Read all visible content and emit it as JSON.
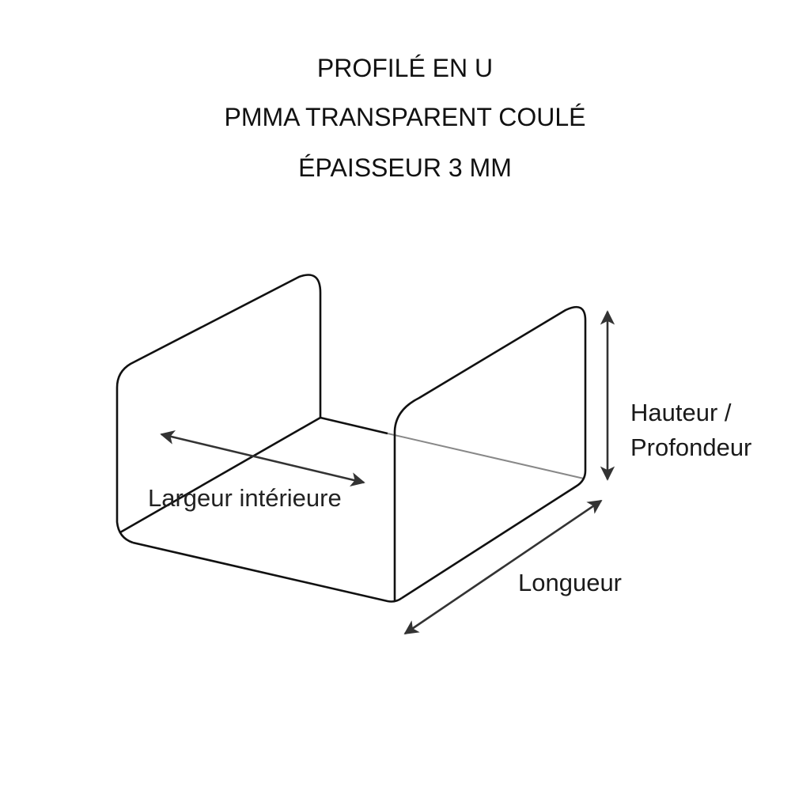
{
  "title": {
    "line1": "PROFILÉ EN U",
    "line2": "PMMA TRANSPARENT COULÉ",
    "line3": "ÉPAISSEUR 3 MM"
  },
  "labels": {
    "inner_width": "Largeur intérieure",
    "height_line1": "Hauteur /",
    "height_line2": "Profondeur",
    "length": "Longueur"
  },
  "colors": {
    "outline": "#111111",
    "arrow": "#333333",
    "hidden_edge": "#888888",
    "background": "#ffffff"
  }
}
